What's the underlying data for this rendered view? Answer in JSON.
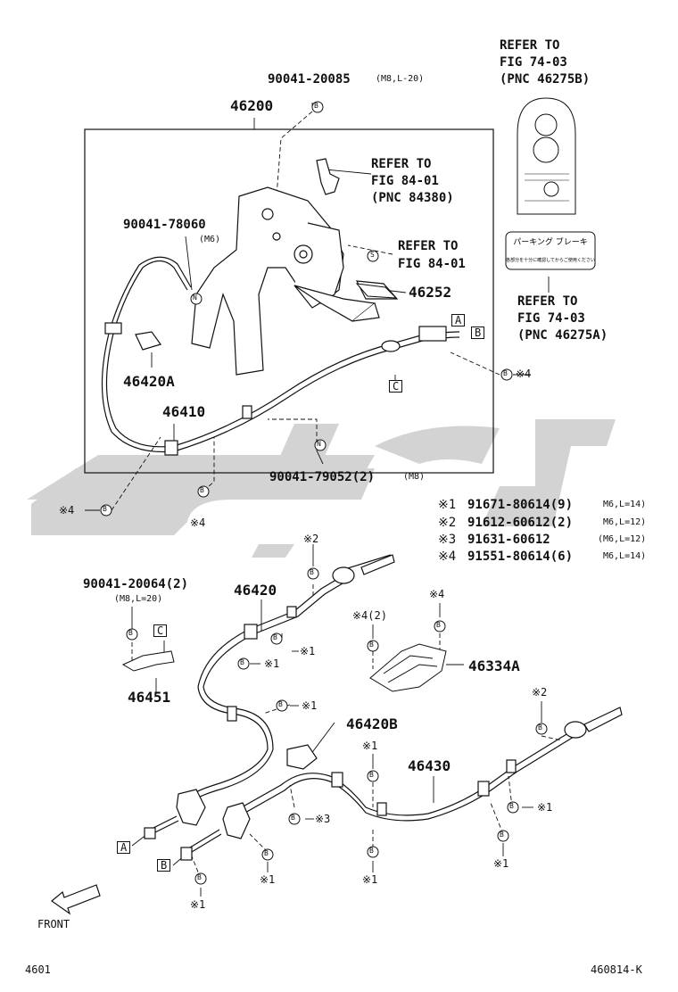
{
  "top_refs": {
    "ref_74_03_b": [
      "REFER TO",
      "FIG 74-03",
      "(PNC 46275B)"
    ],
    "ref_84_01_a": [
      "REFER TO",
      "FIG 84-01",
      "(PNC 84380)"
    ],
    "ref_84_01_b": [
      "REFER TO",
      "FIG 84-01"
    ],
    "ref_74_03_a": [
      "REFER TO",
      "FIG 74-03",
      "(PNC 46275A)"
    ]
  },
  "label_jp": [
    "パーキング ブレーキ",
    "各部分を十分に確認してからご使用ください"
  ],
  "parts": {
    "p46200": "46200",
    "bolt_top": "90041-20085",
    "bolt_top_spec": "(M8,L-20)",
    "nut_78060": "90041-78060",
    "nut_78060_spec": "(M6)",
    "p46252": "46252",
    "p46420A": "46420A",
    "p46410": "46410",
    "nut_79052": "90041-79052(2)",
    "nut_79052_spec": "(M8)",
    "bolt_20064": "90041-20064(2)",
    "bolt_20064_spec": "(M8,L=20)",
    "p46420": "46420",
    "p46451": "46451",
    "p46334A": "46334A",
    "p46420B": "46420B",
    "p46430": "46430"
  },
  "letters": {
    "a": "A",
    "b": "B",
    "c": "C",
    "cB": "B",
    "cN": "N",
    "cS": "S"
  },
  "legend": [
    {
      "mark": "※1",
      "part": "91671-80614(9)",
      "spec": "M6,L=14)"
    },
    {
      "mark": "※2",
      "part": "91612-60612(2)",
      "spec": "M6,L=12)"
    },
    {
      "mark": "※3",
      "part": "91631-60612",
      "spec": "(M6,L=12)"
    },
    {
      "mark": "※4",
      "part": "91551-80614(6)",
      "spec": "M6,L=14)"
    }
  ],
  "marks": {
    "m1": "※1",
    "m2": "※2",
    "m3": "※3",
    "m4": "※4",
    "m4_2": "※4(2)"
  },
  "front_label": "FRONT",
  "footer": {
    "left": "4601",
    "right": "460814-K"
  },
  "watermark_color": "#cccccc"
}
